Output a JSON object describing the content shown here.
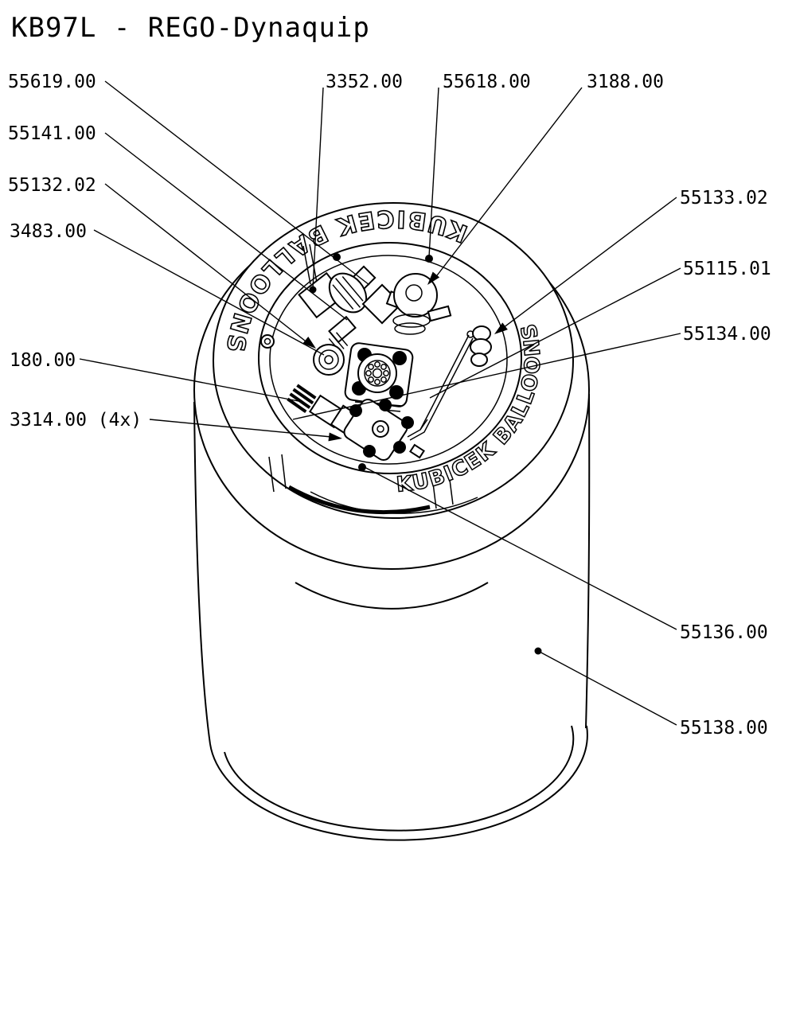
{
  "title": "KB97L - REGO-Dynaquip",
  "rim": {
    "far_text": "KUBICEK BALLOONS",
    "near_text": "KUBICEK BALLOONS"
  },
  "colors": {
    "line": "#000000",
    "background": "#ffffff"
  },
  "parts": [
    {
      "label": "55619.00"
    },
    {
      "label": "55141.00"
    },
    {
      "label": "55132.02"
    },
    {
      "label": "3483.00"
    },
    {
      "label": "180.00"
    },
    {
      "label": "3314.00 (4x)"
    },
    {
      "label": "3352.00"
    },
    {
      "label": "55618.00"
    },
    {
      "label": "3188.00"
    },
    {
      "label": "55133.02"
    },
    {
      "label": "55115.01"
    },
    {
      "label": "55134.00"
    },
    {
      "label": "55136.00"
    },
    {
      "label": "55138.00"
    }
  ]
}
